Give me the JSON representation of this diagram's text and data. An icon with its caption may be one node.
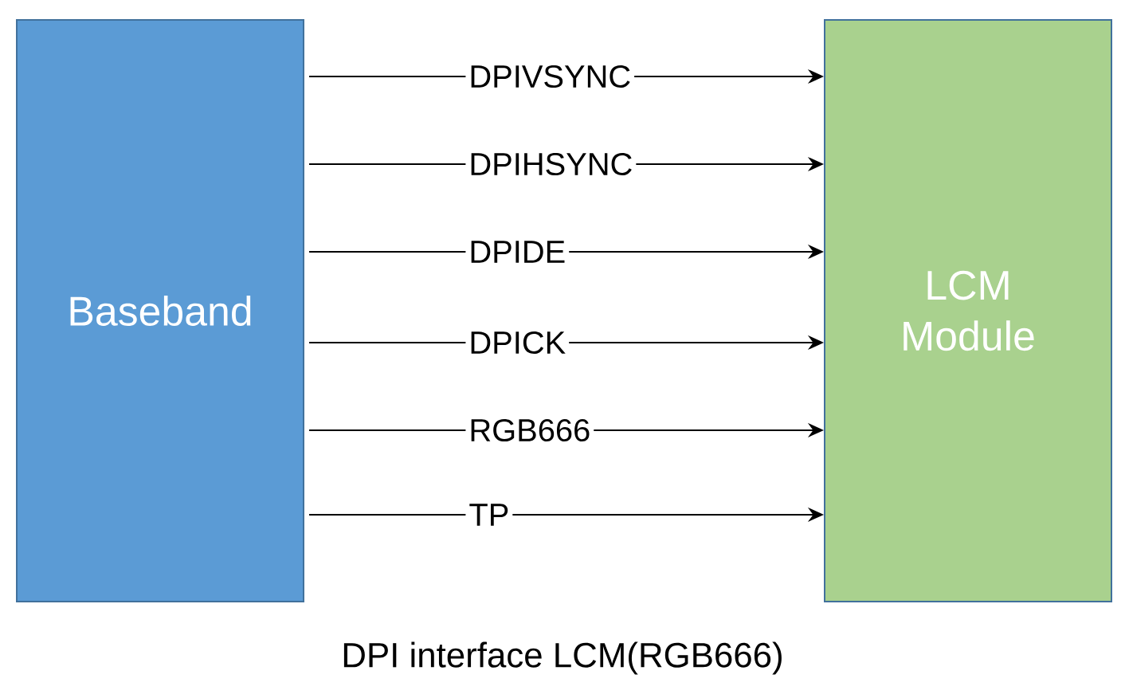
{
  "diagram": {
    "caption": "DPI interface LCM(RGB666)",
    "nodes": [
      {
        "text": [
          "Baseband"
        ]
      },
      {
        "text": [
          "LCM Module"
        ]
      }
    ],
    "edges": [
      {
        "from": 0,
        "to": 1,
        "arrow": "to",
        "label": "DPIVSYNC"
      },
      {
        "from": 0,
        "to": 1,
        "arrow": "to",
        "label": "DPIHSYNC"
      },
      {
        "from": 0,
        "to": 1,
        "arrow": "to",
        "label": "DPIDE"
      },
      {
        "from": 0,
        "to": 1,
        "arrow": "to",
        "label": "DPICK"
      },
      {
        "from": 0,
        "to": 1,
        "arrow": "to",
        "label": "RGB666"
      },
      {
        "from": 0,
        "to": 1,
        "arrow": "to",
        "label": "TP"
      }
    ]
  }
}
